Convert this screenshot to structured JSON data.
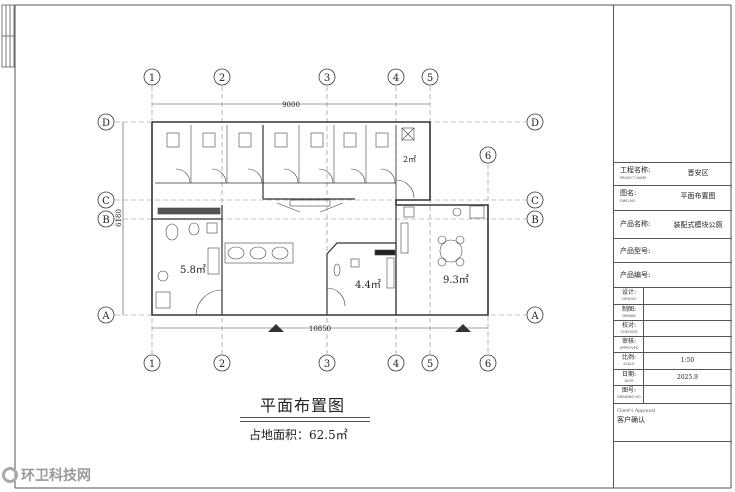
{
  "drawing": {
    "title": "平面布置图",
    "area_text": "占地面积：62.5㎡",
    "grid_columns": [
      "1",
      "2",
      "3",
      "4",
      "5",
      "6"
    ],
    "grid_rows": [
      "D",
      "C",
      "B",
      "A"
    ],
    "dimensions": {
      "top": "9000",
      "bottom": "10850",
      "left": "6180"
    },
    "rooms": [
      {
        "area": "2㎡"
      },
      {
        "area": "5.8㎡"
      },
      {
        "area": "4.4㎡"
      },
      {
        "area": "9.3㎡"
      }
    ]
  },
  "title_block": {
    "project_label": "工程名称:",
    "project_label_en": "PROJECT NAME",
    "project_value": "晋安区",
    "drawing_label": "图名:",
    "drawing_label_en": "DWG.NO",
    "drawing_value": "平面布置图",
    "product_name_label": "产品名称:",
    "product_name_value": "装配式模块公厕",
    "product_model_label": "产品型号:",
    "product_number_label": "产品编号:",
    "design_label": "设计:",
    "design_en": "DESIGN",
    "drawn_label": "制图:",
    "drawn_en": "DRAWN",
    "checked_label": "校对:",
    "checked_en": "CHECKED",
    "approved_label": "审核:",
    "approved_en": "APPROVED",
    "scale_label": "比例:",
    "scale_en": "SCALE",
    "scale_value": "1:50",
    "date_label": "日期:",
    "date_en": "DATE",
    "date_value": "2025.9",
    "drawing_no_label": "图号:",
    "drawing_no_en": "DRAWING NO",
    "client_approval_en": "Client's Approval",
    "client_approval": "客户确认"
  },
  "watermark": "环卫科技网"
}
